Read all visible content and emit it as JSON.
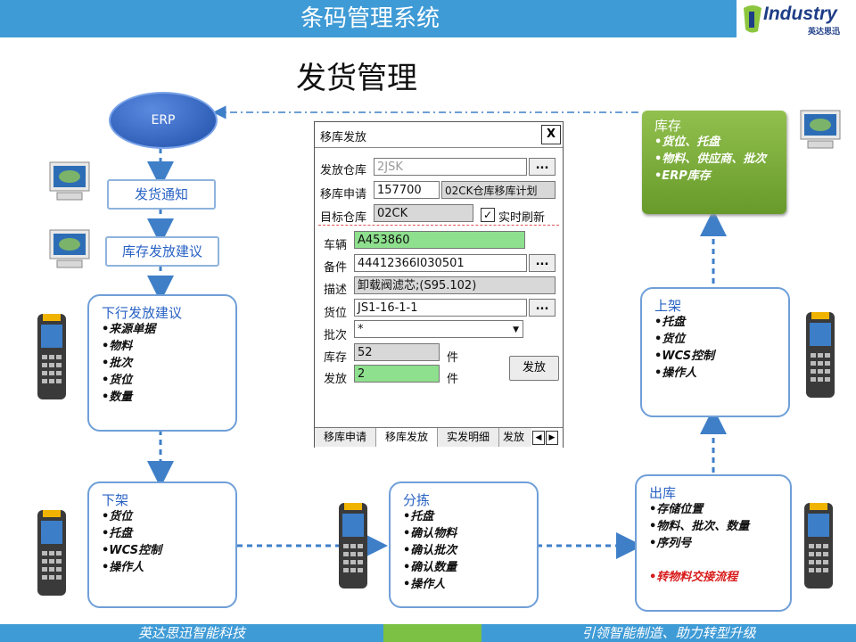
{
  "header": {
    "title": "条码管理系统",
    "logo": "Industry",
    "logo_sub": "英达思迅"
  },
  "page_title": "发货管理",
  "footer": {
    "left": "英达思迅智能科技",
    "right": "引领智能制造、助力转型升级"
  },
  "flow": {
    "erp": "ERP",
    "ship_notice": "发货通知",
    "stock_suggest": "库存发放建议",
    "down_suggest": {
      "title": "下行发放建议",
      "items": [
        "•来源单据",
        "•物料",
        "•批次",
        "•货位",
        "•数量"
      ]
    },
    "pick_down": {
      "title": "下架",
      "items": [
        "•货位",
        "•托盘",
        "•WCS控制",
        "•操作人"
      ]
    },
    "sorting": {
      "title": "分拣",
      "items": [
        "•托盘",
        "•确认物料",
        "•确认批次",
        "•确认数量",
        "•操作人"
      ]
    },
    "outbound": {
      "title": "出库",
      "items": [
        "•存储位置",
        "•物料、批次、数量",
        "•序列号",
        ""
      ],
      "red_item": "•转物料交接流程"
    },
    "shelve": {
      "title": "上架",
      "items": [
        "•托盘",
        "•货位",
        "•WCS控制",
        "•操作人"
      ]
    },
    "inventory": {
      "title": "库存",
      "items": [
        "•货位、托盘",
        "•物料、供应商、批次",
        "•ERP库存"
      ]
    }
  },
  "form": {
    "title": "移库发放",
    "close": "X",
    "warehouse_label": "发放仓库",
    "warehouse_value": "2JSK",
    "request_label": "移库申请",
    "request_value": "157700",
    "request_plan": "02CK仓库移库计划",
    "target_label": "目标仓库",
    "target_value": "02CK",
    "refresh_label": "实时刷新",
    "refresh_mark": "✓",
    "vehicle_label": "车辆",
    "vehicle_value": "A453860",
    "part_label": "备件",
    "part_value": "44412366I030501",
    "desc_label": "描述",
    "desc_value": "卸载阀滤芯;(S95.102)",
    "location_label": "货位",
    "location_value": "JS1-16-1-1",
    "batch_label": "批次",
    "batch_value": "*",
    "stock_label": "库存",
    "stock_value": "52",
    "stock_unit": "件",
    "issue_label": "发放",
    "issue_value": "2",
    "issue_unit": "件",
    "issue_button": "发放",
    "ellipsis": "...",
    "dropdown": "▼",
    "tabs": [
      "移库申请",
      "移库发放",
      "实发明细",
      "发放"
    ],
    "tab_prev": "◀",
    "tab_next": "▶"
  },
  "colors": {
    "header": "#3f9bd6",
    "footer_band": "#7cc143",
    "box_border": "#6f9fd8",
    "arrow": "#3f7fc8",
    "green_field": "#8ee08e"
  }
}
